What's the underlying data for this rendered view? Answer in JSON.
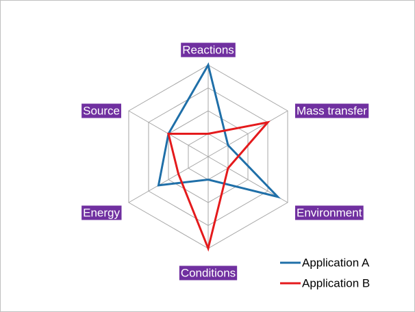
{
  "chart_data": {
    "type": "radar",
    "axes": [
      "Reactions",
      "Mass transfer",
      "Environment",
      "Conditions",
      "Energy",
      "Source"
    ],
    "rlim": [
      0,
      4
    ],
    "rings": 4,
    "grid": true,
    "legend_position": "bottom-right",
    "series": [
      {
        "name": "Application A",
        "color": "#1f6fa8",
        "values": [
          4.0,
          1.0,
          3.5,
          1.0,
          2.5,
          2.0
        ]
      },
      {
        "name": "Application B",
        "color": "#e41a1c",
        "values": [
          1.0,
          3.0,
          1.0,
          4.0,
          1.5,
          2.0
        ]
      }
    ],
    "label_background": "#7030a0",
    "label_color": "#ffffff"
  }
}
